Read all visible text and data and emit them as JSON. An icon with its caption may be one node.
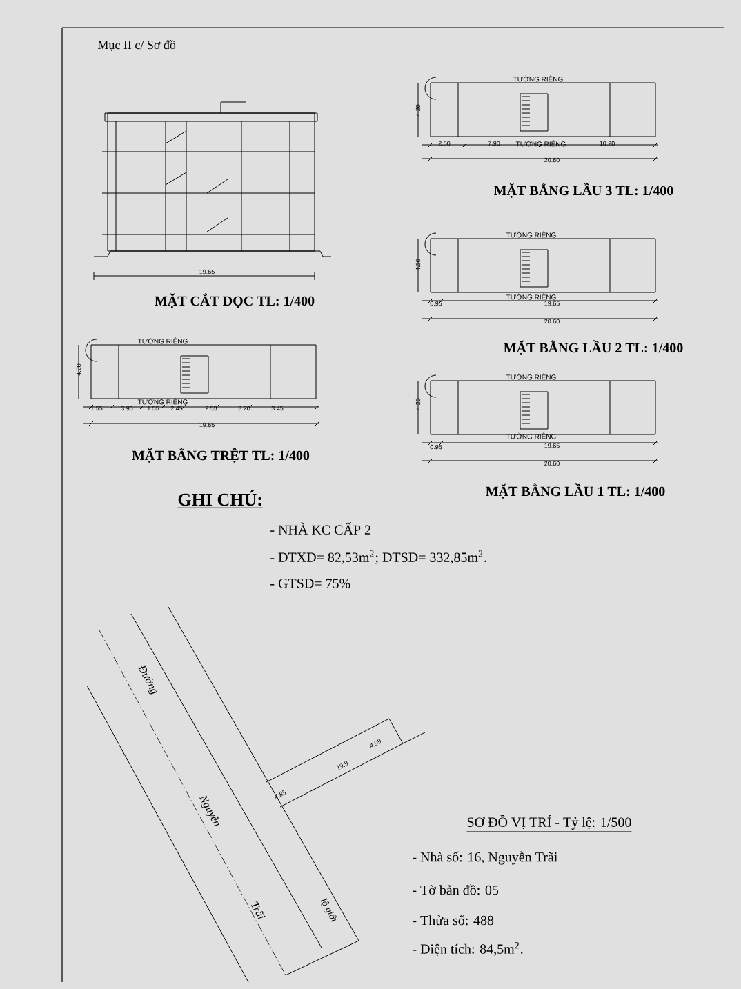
{
  "diagram": {
    "title": "Mục II c/ Sơ đồ",
    "labels": [
      "19.65",
      "MẶT CẮT DỌC TL: 1/400",
      "TƯỜNG RIÊNG",
      "4.20",
      "2.50",
      "7.90",
      "TƯỜNG RIÊNG",
      "10.20",
      "20.60",
      "MẶT BẰNG LẦU 3 TL: 1/400",
      "TƯỜNG RIÊNG",
      "4.20",
      "TƯỜNG RIÊNG",
      "0.95",
      "19.65",
      "20.60",
      "MẶT BẰNG LẦU 2 TL: 1/400",
      "TƯỜNG RIÊNG",
      "4.20",
      "TƯỜNG RIÊNG",
      "1.55",
      "3.90",
      "1.55",
      "2.45",
      "2.55",
      "3.20",
      "3.45",
      "19.65",
      "MẶT BẰNG TRỆT TL: 1/400",
      "TƯỜNG RIÊNG",
      "4.20",
      "TƯỜNG RIÊNG",
      "0.95",
      "19.65",
      "20.60",
      "MẶT BẰNG LẦU 1 TL: 1/400",
      "GHI CHÚ:",
      "- NHÀ KC CẤP 2",
      "- DTXD= 82,53m$^{2}$; DTSD= 332,85m$^{2}$.",
      "- GTSD= 75%",
      "Đường",
      "Nguyễn",
      "Trãi",
      "4.85",
      "19.9",
      "4.99",
      "lộ giới",
      "SƠ ĐỒ VỊ TRÍ - Tỷ lệ: 1/500",
      "- Nhà số: 16, Nguyễn Trãi",
      "- Tờ bản đồ: 05",
      "- Thửa số: 488",
      "- Diện tích: 84,5m$^{2}$."
    ]
  }
}
